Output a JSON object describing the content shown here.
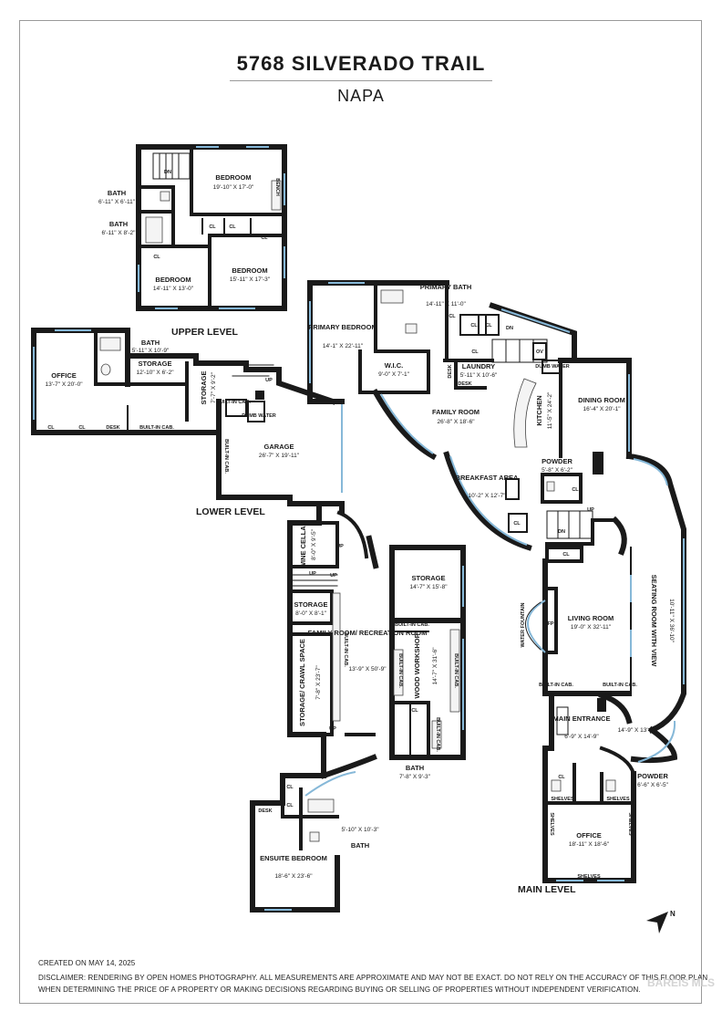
{
  "header": {
    "address": "5768 SILVERADO TRAIL",
    "city": "NAPA"
  },
  "levels": {
    "upper": "UPPER LEVEL",
    "lower": "LOWER LEVEL",
    "main": "MAIN LEVEL"
  },
  "upper_rooms": {
    "bedroom_1": {
      "name": "BEDROOM",
      "dims": "19'-10\" X 17'-0\""
    },
    "bath_1": {
      "name": "BATH",
      "dims": "6'-11\" X 6'-11\""
    },
    "bath_2": {
      "name": "BATH",
      "dims": "6'-11\" X 8'-2\""
    },
    "bedroom_2": {
      "name": "BEDROOM",
      "dims": "14'-11\" X 13'-0\""
    },
    "bedroom_3": {
      "name": "BEDROOM",
      "dims": "15'-11\" X 17'-3\""
    },
    "shelves": "SHELVES",
    "bench": "BENCH",
    "dn": "DN"
  },
  "lower_rooms": {
    "office": {
      "name": "OFFICE",
      "dims": "13'-7\" X 20'-0\""
    },
    "bath": {
      "name": "BATH",
      "dims": "5'-11\" X 10'-9\""
    },
    "storage_1": {
      "name": "STORAGE",
      "dims": "12'-10\" X 6'-2\""
    },
    "storage_2": {
      "name": "STORAGE",
      "dims": "7'-7\" X 9'-2\""
    },
    "garage": {
      "name": "GARAGE",
      "dims": "26'-7\" X 19'-11\""
    },
    "wine_cellar": {
      "name": "WINE CELLAR",
      "dims": "8'-0\" X 9'-5\""
    },
    "storage_3": {
      "name": "STORAGE",
      "dims": "8'-0\" X 8'-1\""
    },
    "storage_crawl": {
      "name": "STORAGE/ CRAWL SPACE",
      "dims": "7'-8\" X 23'-7\""
    },
    "family_rec": {
      "name": "FAMILY ROOM/ RECREATION ROOM",
      "dims": "13'-9\" X 50'-9\""
    },
    "storage_4": {
      "name": "STORAGE",
      "dims": "14'-7\" X 15'-8\""
    },
    "wood_workshop": {
      "name": "WOOD WORKSHOP",
      "dims": "14'-7\" X 31'-6\""
    },
    "bath_2": {
      "name": "BATH",
      "dims": "7'-8\" X 9'-3\""
    },
    "bath_3": {
      "name": "BATH",
      "dims": "5'-10\" X 10'-3\""
    },
    "ensuite": {
      "name": "ENSUITE BEDROOM",
      "dims": "18'-6\" X 23'-6\""
    },
    "built_in_cab": "BUILT-IN CAB.",
    "dumb_water": "DUMB WATER",
    "desk": "DESK",
    "cl": "CL",
    "up": "UP"
  },
  "main_rooms": {
    "primary_bedroom": {
      "name": "PRIMARY BEDROOM",
      "dims": "14'-1\" X 22'-11\""
    },
    "primary_bath": {
      "name": "PRIMARY BATH",
      "dims": "14'-11\" X 11'-0\""
    },
    "wic": {
      "name": "W.I.C.",
      "dims": "9'-0\" X 7'-1\""
    },
    "laundry": {
      "name": "LAUNDRY",
      "dims": "5'-11\" X 10'-6\""
    },
    "kitchen": {
      "name": "KITCHEN",
      "dims": "11'-5\" X 24'-2\""
    },
    "dining": {
      "name": "DINING ROOM",
      "dims": "16'-4\" X 20'-1\""
    },
    "family": {
      "name": "FAMILY ROOM",
      "dims": "26'-8\" X 18'-6\""
    },
    "breakfast": {
      "name": "BREAKFAST AREA",
      "dims": "10'-2\" X 12'-7\""
    },
    "powder_1": {
      "name": "POWDER",
      "dims": "5'-8\" X 6'-2\""
    },
    "living": {
      "name": "LIVING ROOM",
      "dims": "19'-0\" X 32'-11\""
    },
    "seating": {
      "name": "SEATING ROOM WITH VIEW",
      "dims": "10'-11\" X 36'-10\""
    },
    "main_entrance": {
      "name": "MAIN ENTRANCE",
      "dims": "6'-9\" X 14'-9\""
    },
    "entry_extra_dims": "14'-9\" X 13'-10\"",
    "powder_2": {
      "name": "POWDER",
      "dims": "6'-6\" X 6'-5\""
    },
    "office": {
      "name": "OFFICE",
      "dims": "18'-11\" X 18'-6\""
    },
    "water_fountain": "WATER FOUNTAIN",
    "fp": "FP",
    "ov": "OV",
    "dn": "DN",
    "shelves": "SHELVES"
  },
  "footer": {
    "created": "CREATED ON MAY 14, 2025",
    "disclaimer_1": "DISCLAIMER: RENDERING BY OPEN HOMES PHOTOGRAPHY. ALL MEASUREMENTS ARE APPROXIMATE AND MAY NOT BE EXACT. DO NOT RELY ON THE ACCURACY OF THIS FLOOR PLAN",
    "disclaimer_2": "WHEN DETERMINING THE PRICE OF A PROPERTY OR MAKING DECISIONS REGARDING BUYING OR SELLING OF PROPERTIES WITHOUT INDEPENDENT VERIFICATION."
  },
  "compass": {
    "north": "N",
    "icon": "north-arrow-icon"
  },
  "watermark": "BAREIS MLS",
  "colors": {
    "wall": "#1a1a1a",
    "window": "#86b8d8",
    "frame": "#9a9a9a"
  }
}
